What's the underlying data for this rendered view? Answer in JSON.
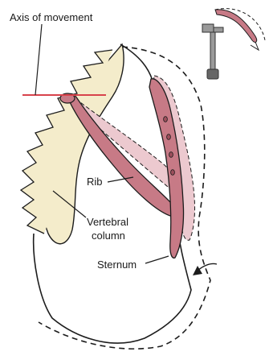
{
  "labels": {
    "axis_of_movement": "Axis of movement",
    "rib": "Rib",
    "vertebral_line1": "Vertebral",
    "vertebral_line2": "column",
    "sternum": "Sternum"
  },
  "colors": {
    "bone": "#f4eccb",
    "rib": "#c77a86",
    "rib_dark": "#9d4f5c",
    "rib_ghost": "#ecc9cf",
    "axis_line": "#d8434c",
    "outline": "#1c1c1c",
    "faucet": "#9a9a9a"
  }
}
